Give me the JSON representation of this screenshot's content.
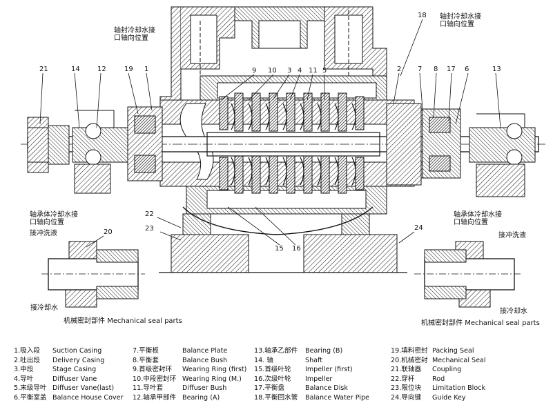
{
  "callouts": [
    "1",
    "2",
    "3",
    "4",
    "5",
    "6",
    "7",
    "8",
    "9",
    "10",
    "11",
    "12",
    "13",
    "14",
    "15",
    "16",
    "17",
    "18",
    "19",
    "20",
    "21",
    "22",
    "23",
    "24"
  ],
  "notes": {
    "top_right": "轴封冷却水接口轴向位置",
    "top_left": "轴封冷却水接口轴向位置",
    "left_bearing": "轴承体冷却水接口轴向位置",
    "right_bearing": "轴承体冷却水接口轴向位置",
    "left_flush": "接冲洗液",
    "right_flush": "接冲洗液",
    "left_cool": "接冷却水",
    "right_cool": "接冷却水",
    "left_seal_cn": "机械密封部件",
    "left_seal_en": "Mechanical seal parts",
    "right_seal_cn": "机械密封部件",
    "right_seal_en": "Mechanical seal parts"
  },
  "legend": [
    [
      {
        "cn": "1.吸入段",
        "en": "Suction Casing"
      },
      {
        "cn": "2.吐出段",
        "en": "Delivery Casing"
      },
      {
        "cn": "3.中段",
        "en": "Stage Casing"
      },
      {
        "cn": "4.导叶",
        "en": "Diffuser Vane"
      },
      {
        "cn": "5.末级导叶",
        "en": "Diffuser Vane(last)"
      },
      {
        "cn": "6.平衡室盖",
        "en": "Balance House Cover"
      }
    ],
    [
      {
        "cn": "7.平衡板",
        "en": "Balance Plate"
      },
      {
        "cn": "8.平衡套",
        "en": "Balance Bush"
      },
      {
        "cn": "9.首级密封环",
        "en": "Wearing Ring (first)"
      },
      {
        "cn": "10.中段密封环",
        "en": "Wearing Ring (M.)"
      },
      {
        "cn": "11.导叶套",
        "en": "Diffuser Bush"
      },
      {
        "cn": "12.轴承甲部件",
        "en": "Bearing (A)"
      }
    ],
    [
      {
        "cn": "13.轴承乙部件",
        "en": "Bearing (B)"
      },
      {
        "cn": "14. 轴",
        "en": "Shaft"
      },
      {
        "cn": "15.首级叶轮",
        "en": "Impeller (first)"
      },
      {
        "cn": "16.次级叶轮",
        "en": "Impeller"
      },
      {
        "cn": "17.平衡盘",
        "en": "Balance Disk"
      },
      {
        "cn": "18.平衡回水管",
        "en": "Balance Water Pipe"
      }
    ],
    [
      {
        "cn": "19.填料密封",
        "en": "Packing Seal"
      },
      {
        "cn": "20.机械密封",
        "en": "Mechanical Seal"
      },
      {
        "cn": "21.联轴器",
        "en": "Coupling"
      },
      {
        "cn": "22.穿杆",
        "en": "Rod"
      },
      {
        "cn": "23.限位块",
        "en": "Limitation Block"
      },
      {
        "cn": "24.导向键",
        "en": "Guide Key"
      }
    ]
  ]
}
